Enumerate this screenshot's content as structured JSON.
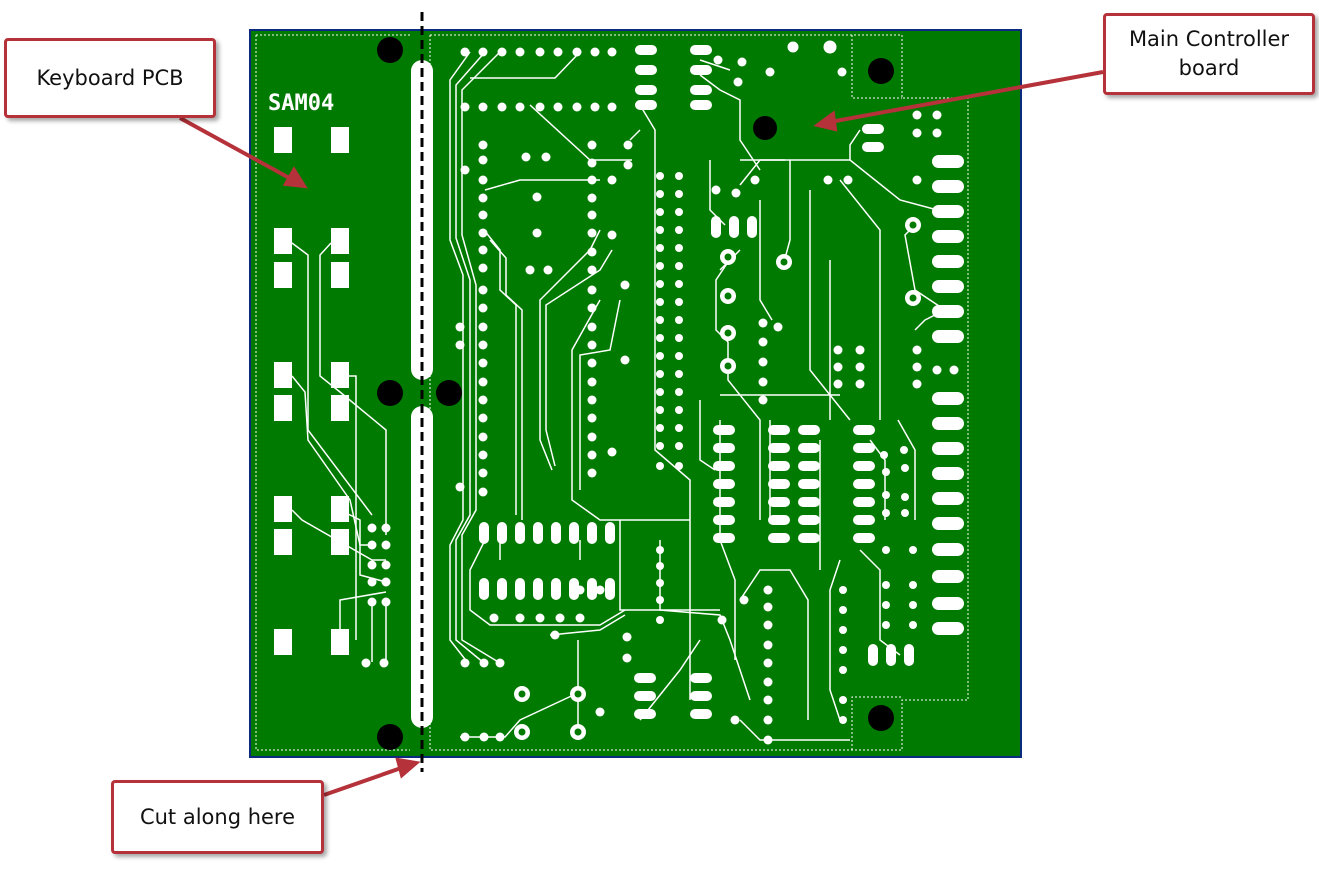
{
  "colors": {
    "pcb_fill": "#007a00",
    "pcb_outline": "#0c2a80",
    "copper": "#ffffff",
    "arrow": "#b5323a",
    "callout_border": "#b5323a"
  },
  "silkscreen": {
    "board_id": "SAM04"
  },
  "callouts": {
    "keyboard": "Keyboard PCB",
    "main_line1": "Main Controller",
    "main_line2": "board",
    "cut": "Cut along here"
  }
}
